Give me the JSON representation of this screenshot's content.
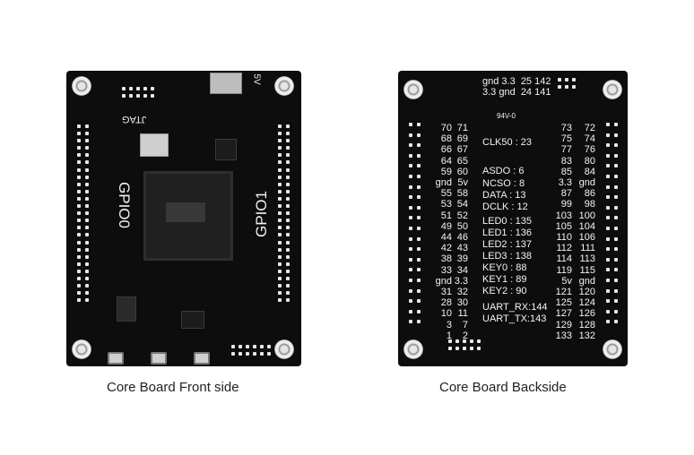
{
  "front": {
    "caption": "Core Board Front side",
    "labels": {
      "jtag": "JTAG",
      "gpio0": "GPIO0",
      "gpio1": "GPIO1",
      "fivev": "5V"
    }
  },
  "back": {
    "caption": "Core Board Backside",
    "top_line1": "gnd 3.3  25 142",
    "top_line2": "3.3 gnd  24 141",
    "ul_mark": "94V-0",
    "left_col1": [
      "70",
      "68",
      "66",
      "64",
      "59",
      "gnd",
      "55",
      "53",
      "51",
      "49",
      "44",
      "42",
      "38",
      "33",
      "gnd",
      "31",
      "28",
      "10",
      "3",
      "1"
    ],
    "left_col2": [
      "71",
      "69",
      "67",
      "65",
      "60",
      "5v",
      "58",
      "54",
      "52",
      "50",
      "46",
      "43",
      "39",
      "34",
      "3.3",
      "32",
      "30",
      "11",
      "7",
      "2"
    ],
    "right_col1": [
      "73",
      "75",
      "77",
      "83",
      "85",
      "3.3",
      "87",
      "99",
      "103",
      "105",
      "110",
      "112",
      "114",
      "119",
      "5v",
      "121",
      "125",
      "127",
      "129",
      "133"
    ],
    "right_col2": [
      "72",
      "74",
      "76",
      "80",
      "84",
      "gnd",
      "86",
      "98",
      "100",
      "104",
      "106",
      "111",
      "113",
      "115",
      "gnd",
      "120",
      "124",
      "126",
      "128",
      "132"
    ],
    "mid_lines": [
      "CLK50 : 23",
      "ASDO : 6",
      "NCSO : 8",
      "DATA : 13",
      "DCLK : 12",
      "LED0 : 135",
      "LED1 : 136",
      "LED2 : 137",
      "LED3 : 138",
      "KEY0 : 88",
      "KEY1 : 89",
      "KEY2 : 90",
      "UART_RX:144",
      "UART_TX:143"
    ]
  }
}
